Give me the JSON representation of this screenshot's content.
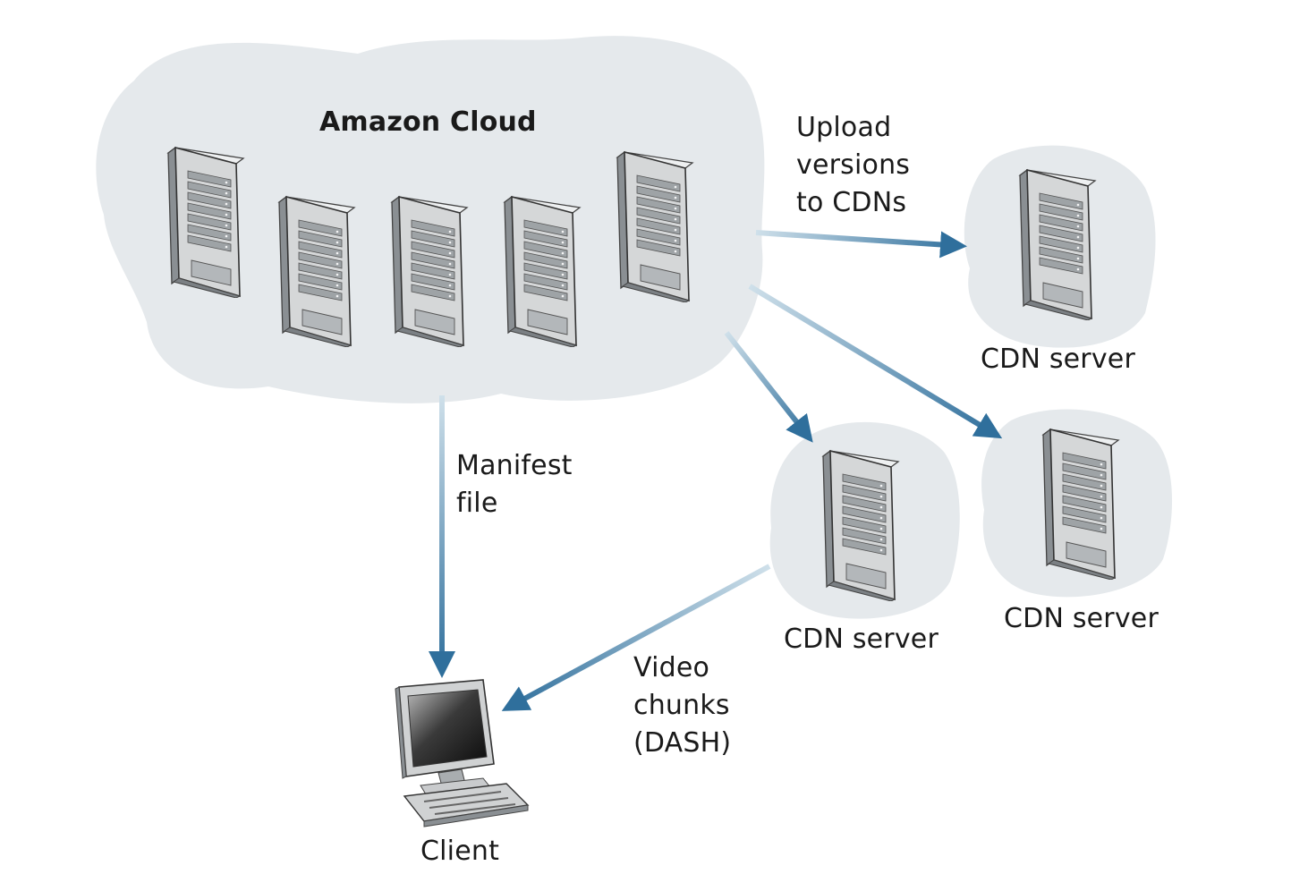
{
  "cloud": {
    "title": "Amazon Cloud"
  },
  "edges": {
    "upload": {
      "label": "Upload\nversions\nto CDNs"
    },
    "manifest": {
      "label": "Manifest\nfile"
    },
    "video": {
      "label": "Video\nchunks\n(DASH)"
    }
  },
  "nodes": {
    "cdn_top": {
      "label": "CDN server"
    },
    "cdn_middle": {
      "label": "CDN server"
    },
    "cdn_right": {
      "label": "CDN server"
    },
    "client": {
      "label": "Client"
    }
  },
  "colors": {
    "cloud_fill": "#e5e9ec",
    "arrow_dark": "#2f6f9c",
    "arrow_light": "#cfe0ea",
    "server_body": "#d5d7d8"
  },
  "icons": {
    "server": "server-tower-icon",
    "client": "desktop-computer-icon"
  }
}
